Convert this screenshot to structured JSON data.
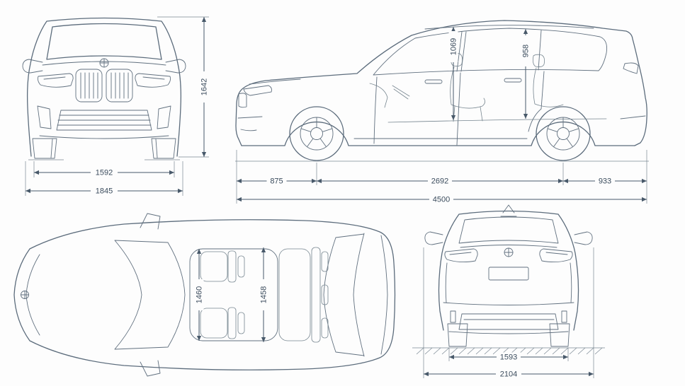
{
  "page": {
    "background": "#fdfdfd",
    "line_color": "#5c6c7c",
    "dimension_color": "#48596a",
    "label_color": "#3b4c5d"
  },
  "icons": {
    "brand": "bmw-roundel"
  },
  "views": {
    "front": {
      "dims": {
        "track_width": "1592",
        "overall_width": "1845",
        "overall_height": "1642"
      }
    },
    "side": {
      "dims": {
        "front_headroom": "1069",
        "rear_headroom": "958",
        "front_overhang": "875",
        "wheelbase": "2692",
        "rear_overhang": "933",
        "overall_length": "4500"
      }
    },
    "top": {
      "dims": {
        "front_interior_width": "1460",
        "rear_interior_width": "1458"
      }
    },
    "rear": {
      "dims": {
        "rear_track_width": "1593",
        "overall_width_incl_mirrors": "2104"
      }
    }
  }
}
